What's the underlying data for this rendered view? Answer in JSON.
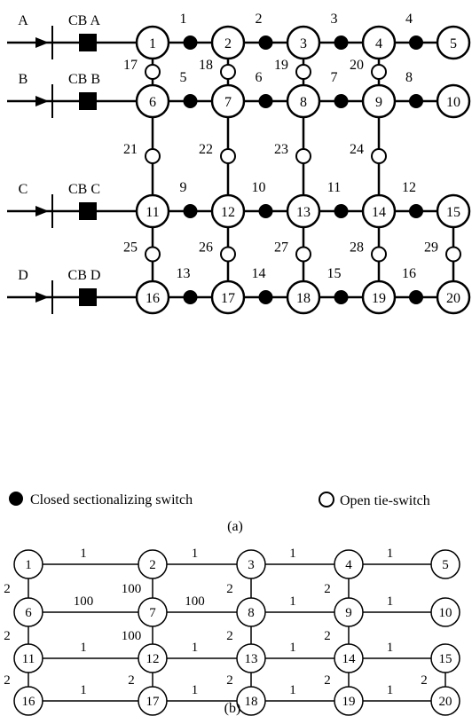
{
  "feeders": [
    {
      "label": "A",
      "cb": "CB A"
    },
    {
      "label": "B",
      "cb": "CB B"
    },
    {
      "label": "C",
      "cb": "CB C"
    },
    {
      "label": "D",
      "cb": "CB D"
    }
  ],
  "panel_a": {
    "nodes": [
      "1",
      "2",
      "3",
      "4",
      "5",
      "6",
      "7",
      "8",
      "9",
      "10",
      "11",
      "12",
      "13",
      "14",
      "15",
      "16",
      "17",
      "18",
      "19",
      "20"
    ],
    "closed_switches": [
      {
        "id": "1",
        "from": "1",
        "to": "2"
      },
      {
        "id": "2",
        "from": "2",
        "to": "3"
      },
      {
        "id": "3",
        "from": "3",
        "to": "4"
      },
      {
        "id": "4",
        "from": "4",
        "to": "5"
      },
      {
        "id": "5",
        "from": "6",
        "to": "7"
      },
      {
        "id": "6",
        "from": "7",
        "to": "8"
      },
      {
        "id": "7",
        "from": "8",
        "to": "9"
      },
      {
        "id": "8",
        "from": "9",
        "to": "10"
      },
      {
        "id": "9",
        "from": "11",
        "to": "12"
      },
      {
        "id": "10",
        "from": "12",
        "to": "13"
      },
      {
        "id": "11",
        "from": "13",
        "to": "14"
      },
      {
        "id": "12",
        "from": "14",
        "to": "15"
      },
      {
        "id": "13",
        "from": "16",
        "to": "17"
      },
      {
        "id": "14",
        "from": "17",
        "to": "18"
      },
      {
        "id": "15",
        "from": "18",
        "to": "19"
      },
      {
        "id": "16",
        "from": "19",
        "to": "20"
      }
    ],
    "tie_switches": [
      {
        "id": "17",
        "from": "1",
        "to": "6"
      },
      {
        "id": "18",
        "from": "2",
        "to": "7"
      },
      {
        "id": "19",
        "from": "3",
        "to": "8"
      },
      {
        "id": "20",
        "from": "4",
        "to": "9"
      },
      {
        "id": "21",
        "from": "6",
        "to": "11"
      },
      {
        "id": "22",
        "from": "7",
        "to": "12"
      },
      {
        "id": "23",
        "from": "8",
        "to": "13"
      },
      {
        "id": "24",
        "from": "9",
        "to": "14"
      },
      {
        "id": "25",
        "from": "11",
        "to": "16"
      },
      {
        "id": "26",
        "from": "12",
        "to": "17"
      },
      {
        "id": "27",
        "from": "13",
        "to": "18"
      },
      {
        "id": "28",
        "from": "14",
        "to": "19"
      },
      {
        "id": "29",
        "from": "15",
        "to": "20"
      }
    ],
    "legend": {
      "closed": "Closed sectionalizing switch",
      "open": "Open  tie-switch"
    },
    "caption": "(a)"
  },
  "panel_b": {
    "nodes": [
      "1",
      "2",
      "3",
      "4",
      "5",
      "6",
      "7",
      "8",
      "9",
      "10",
      "11",
      "12",
      "13",
      "14",
      "15",
      "16",
      "17",
      "18",
      "19",
      "20"
    ],
    "edges": [
      {
        "from": "1",
        "to": "2",
        "w": "1"
      },
      {
        "from": "2",
        "to": "3",
        "w": "1"
      },
      {
        "from": "3",
        "to": "4",
        "w": "1"
      },
      {
        "from": "4",
        "to": "5",
        "w": "1"
      },
      {
        "from": "6",
        "to": "7",
        "w": "100"
      },
      {
        "from": "7",
        "to": "8",
        "w": "100"
      },
      {
        "from": "8",
        "to": "9",
        "w": "1"
      },
      {
        "from": "9",
        "to": "10",
        "w": "1"
      },
      {
        "from": "11",
        "to": "12",
        "w": "1"
      },
      {
        "from": "12",
        "to": "13",
        "w": "1"
      },
      {
        "from": "13",
        "to": "14",
        "w": "1"
      },
      {
        "from": "14",
        "to": "15",
        "w": "1"
      },
      {
        "from": "16",
        "to": "17",
        "w": "1"
      },
      {
        "from": "17",
        "to": "18",
        "w": "1"
      },
      {
        "from": "18",
        "to": "19",
        "w": "1"
      },
      {
        "from": "19",
        "to": "20",
        "w": "1"
      },
      {
        "from": "1",
        "to": "6",
        "w": "2"
      },
      {
        "from": "2",
        "to": "7",
        "w": "100"
      },
      {
        "from": "3",
        "to": "8",
        "w": "2"
      },
      {
        "from": "4",
        "to": "9",
        "w": "2"
      },
      {
        "from": "6",
        "to": "11",
        "w": "2"
      },
      {
        "from": "7",
        "to": "12",
        "w": "100"
      },
      {
        "from": "8",
        "to": "13",
        "w": "2"
      },
      {
        "from": "9",
        "to": "14",
        "w": "2"
      },
      {
        "from": "11",
        "to": "16",
        "w": "2"
      },
      {
        "from": "12",
        "to": "17",
        "w": "2"
      },
      {
        "from": "13",
        "to": "18",
        "w": "2"
      },
      {
        "from": "14",
        "to": "19",
        "w": "2"
      },
      {
        "from": "15",
        "to": "20",
        "w": "2"
      }
    ],
    "caption": "(b)"
  }
}
